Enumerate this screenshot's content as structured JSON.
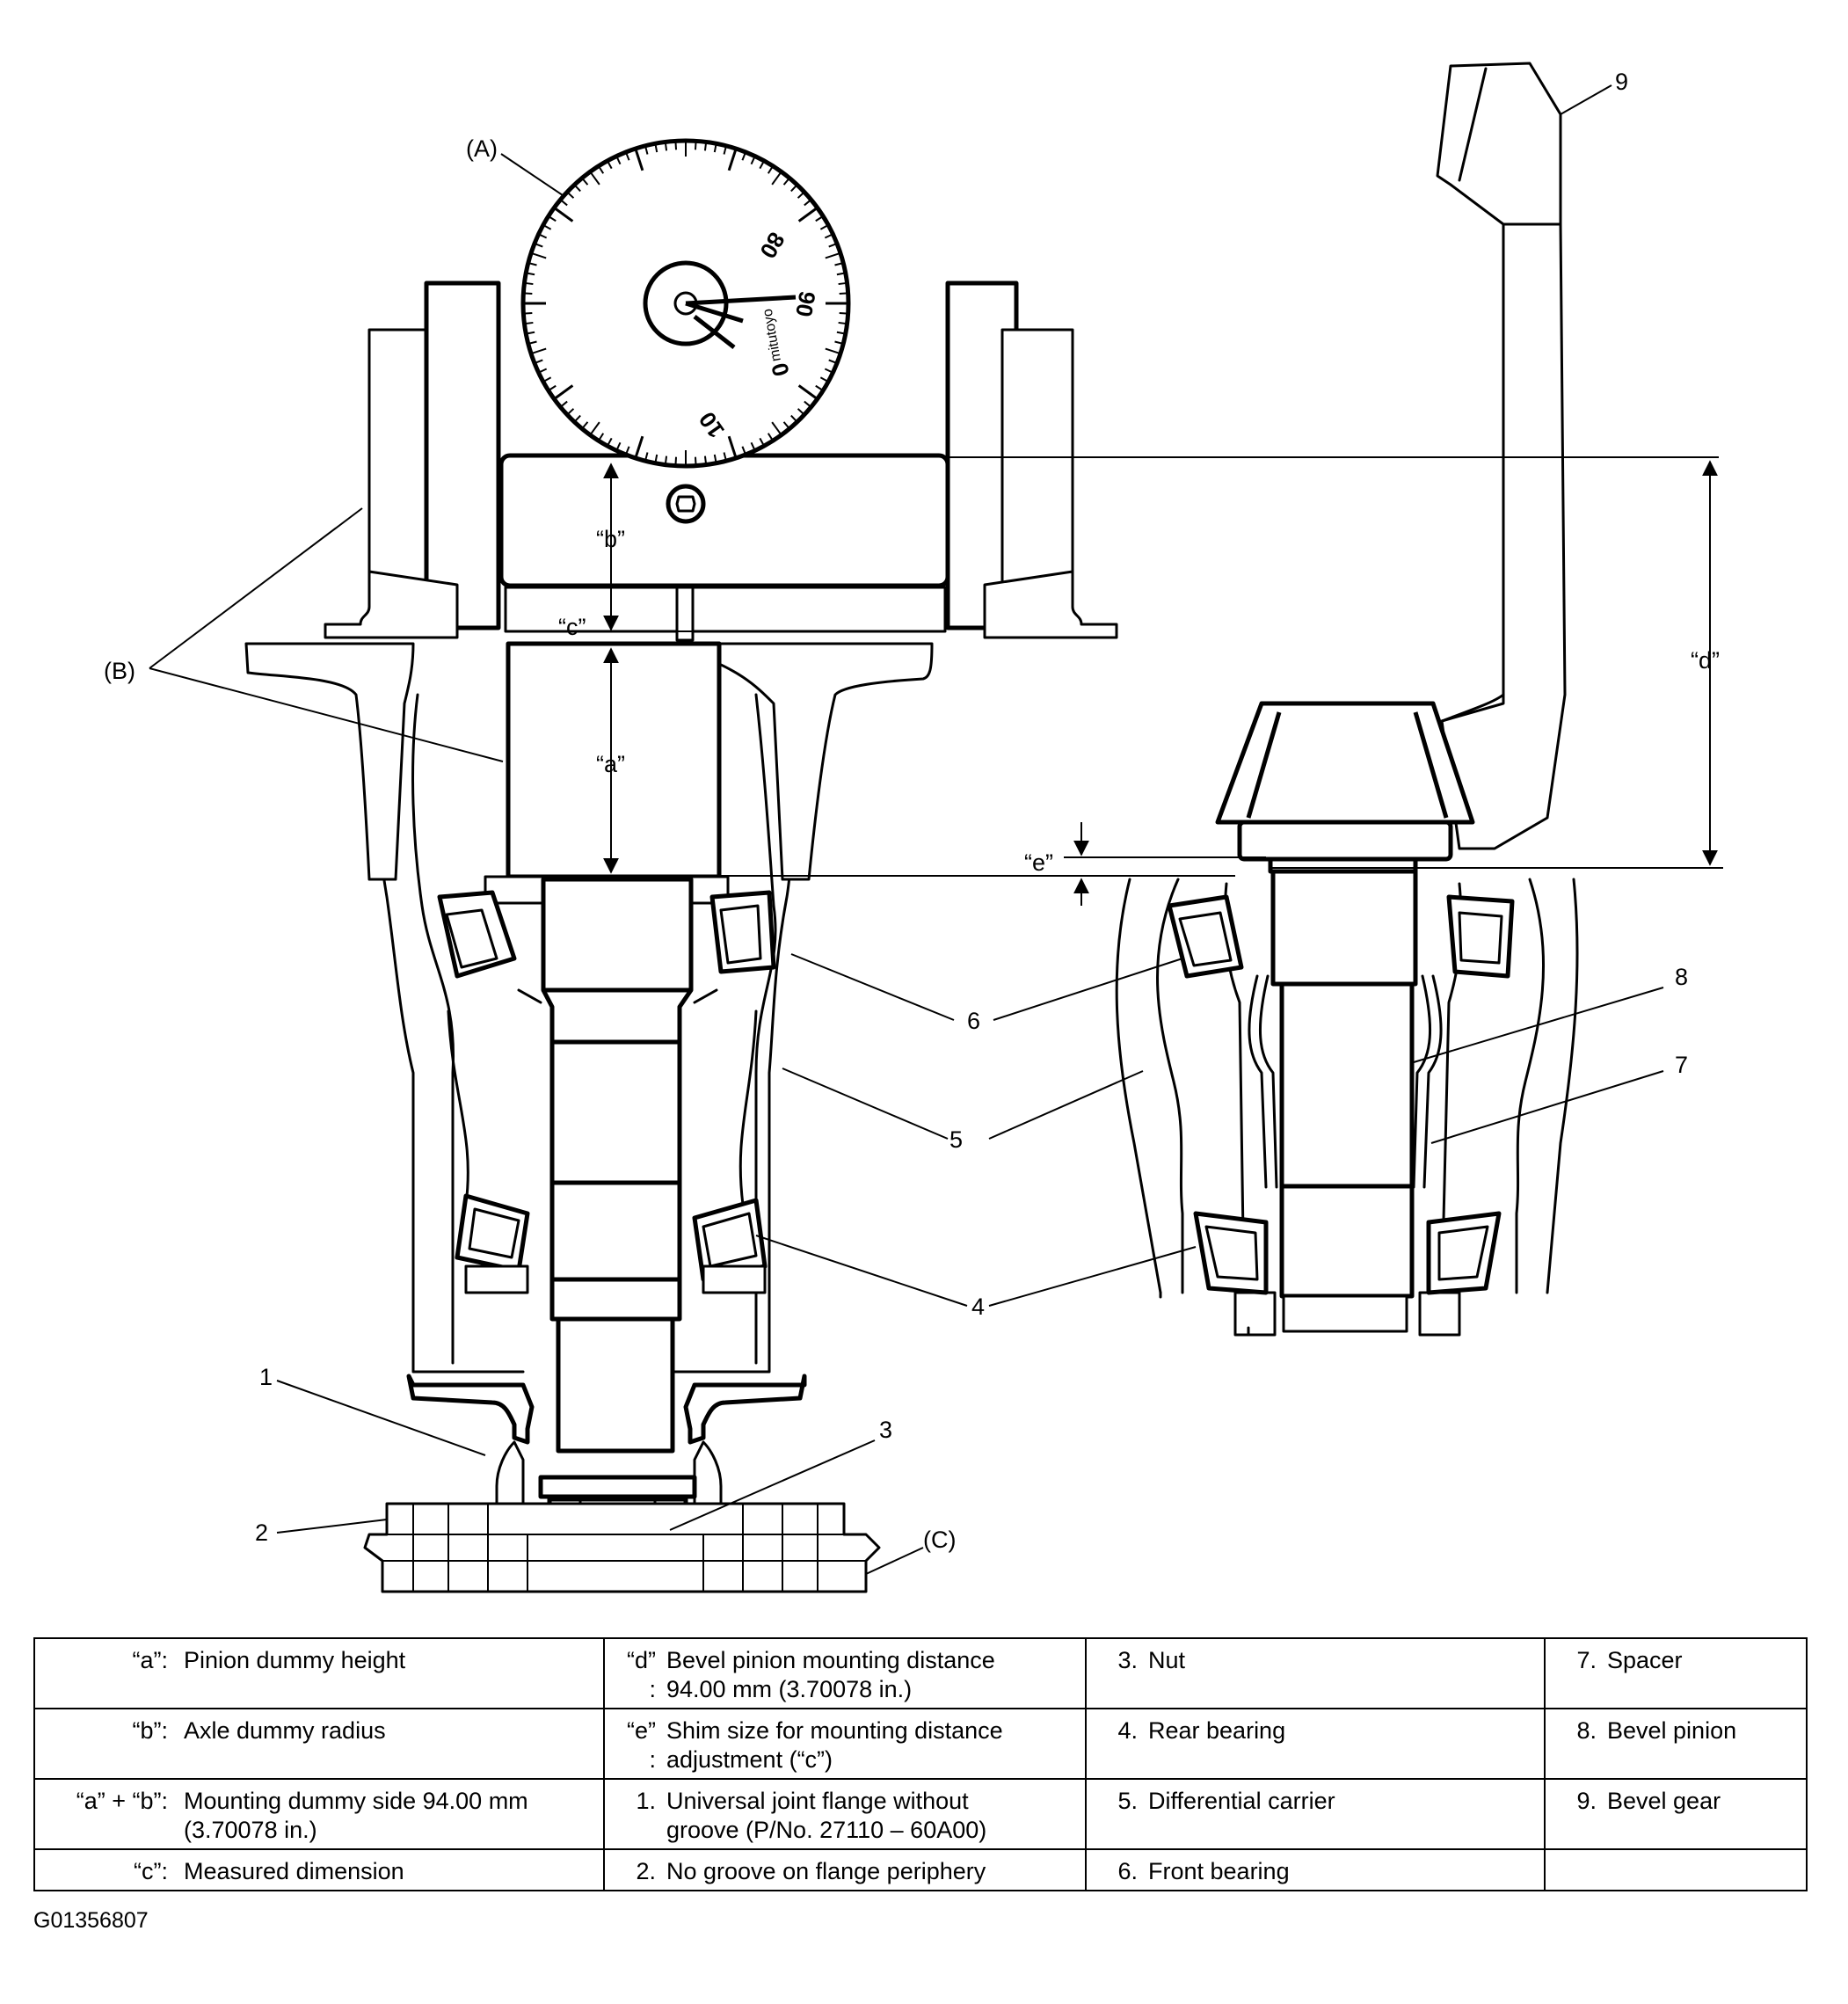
{
  "callouts": {
    "A": "(A)",
    "B": "(B)",
    "C": "(C)",
    "n1": "1",
    "n2": "2",
    "n3": "3",
    "n4a": "4",
    "n5a": "5",
    "n6a": "6",
    "n7": "7",
    "n8": "8",
    "n9": "9"
  },
  "dimensions": {
    "a": "“a”",
    "b": "“b”",
    "c": "“c”",
    "d": "“d”",
    "e": "“e”"
  },
  "dial": {
    "n80": "80",
    "n90": "90",
    "n0": "0",
    "n10": "10",
    "brand": "mitutoyo"
  },
  "legend": {
    "rows": [
      {
        "c1k": "“a”:",
        "c1v": "Pinion dummy height",
        "c2k": "“d”\n:",
        "c2v": "Bevel pinion mounting distance\n94.00 mm (3.70078 in.)",
        "c3k": "3.",
        "c3v": "Nut",
        "c4k": "7.",
        "c4v": "Spacer"
      },
      {
        "c1k": "“b”:",
        "c1v": "Axle dummy radius",
        "c2k": "“e”\n:",
        "c2v": "Shim size for mounting distance\nadjustment (“c”)",
        "c3k": "4.",
        "c3v": "Rear bearing",
        "c4k": "8.",
        "c4v": "Bevel pinion"
      },
      {
        "c1k": "“a” + “b”:",
        "c1v": "Mounting dummy side 94.00 mm\n(3.70078 in.)",
        "c2k": "1.",
        "c2v": "Universal joint flange without\ngroove (P/No. 27110 – 60A00)",
        "c3k": "5.",
        "c3v": "Differential carrier",
        "c4k": "9.",
        "c4v": "Bevel gear"
      },
      {
        "c1k": "“c”:",
        "c1v": "Measured dimension",
        "c2k": "2.",
        "c2v": "No groove on flange periphery",
        "c3k": "6.",
        "c3v": "Front bearing",
        "c4k": "",
        "c4v": ""
      }
    ]
  },
  "figure_code": "G01356807"
}
